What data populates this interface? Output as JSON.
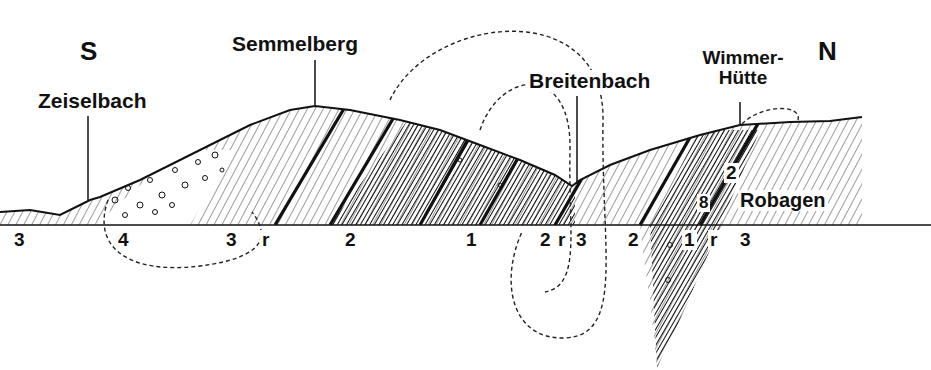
{
  "diagram": {
    "labels": [
      "S",
      "Semmelberg",
      "Breitenbach",
      "Wimmer- Hütte",
      "N",
      "Zeiselbach",
      "2",
      "8",
      "Robagen",
      "3",
      "4",
      "3",
      "r",
      "2",
      "1",
      "2",
      "r",
      "3",
      "2",
      "1",
      "r",
      "3"
    ]
  }
}
